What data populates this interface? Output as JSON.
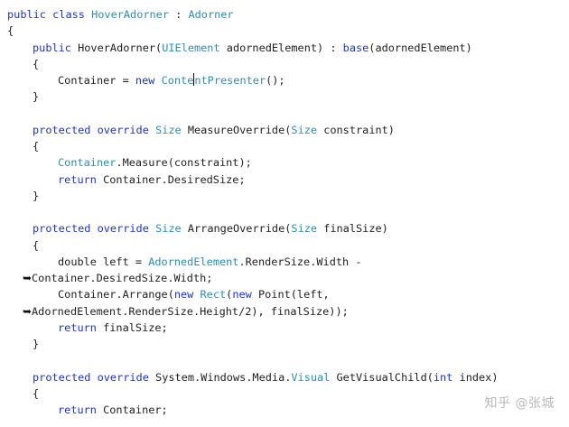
{
  "code": {
    "lines": [
      {
        "indent": 0,
        "wrapped": false,
        "tokens": [
          {
            "kind": "keyword",
            "text": "public"
          },
          {
            "kind": "plain",
            "text": " "
          },
          {
            "kind": "keyword",
            "text": "class"
          },
          {
            "kind": "plain",
            "text": " "
          },
          {
            "kind": "type",
            "text": "HoverAdorner"
          },
          {
            "kind": "plain",
            "text": " : "
          },
          {
            "kind": "type",
            "text": "Adorner"
          }
        ]
      },
      {
        "indent": 0,
        "wrapped": false,
        "tokens": [
          {
            "kind": "plain",
            "text": "{"
          }
        ]
      },
      {
        "indent": 4,
        "wrapped": false,
        "tokens": [
          {
            "kind": "keyword",
            "text": "public"
          },
          {
            "kind": "plain",
            "text": " HoverAdorner("
          },
          {
            "kind": "type",
            "text": "UIElement"
          },
          {
            "kind": "plain",
            "text": " adornedElement) : "
          },
          {
            "kind": "keyword",
            "text": "base"
          },
          {
            "kind": "plain",
            "text": "(adornedElement)"
          }
        ]
      },
      {
        "indent": 4,
        "wrapped": false,
        "tokens": [
          {
            "kind": "plain",
            "text": "{"
          }
        ]
      },
      {
        "indent": 8,
        "wrapped": false,
        "tokens": [
          {
            "kind": "plain",
            "text": "Container = "
          },
          {
            "kind": "keyword",
            "text": "new"
          },
          {
            "kind": "plain",
            "text": " "
          },
          {
            "kind": "type",
            "text": "Conte"
          },
          {
            "kind": "caret",
            "text": ""
          },
          {
            "kind": "type",
            "text": "ntPresenter"
          },
          {
            "kind": "plain",
            "text": "();"
          }
        ]
      },
      {
        "indent": 4,
        "wrapped": false,
        "tokens": [
          {
            "kind": "plain",
            "text": "}"
          }
        ]
      },
      {
        "indent": 0,
        "wrapped": false,
        "tokens": []
      },
      {
        "indent": 4,
        "wrapped": false,
        "tokens": [
          {
            "kind": "keyword",
            "text": "protected"
          },
          {
            "kind": "plain",
            "text": " "
          },
          {
            "kind": "keyword",
            "text": "override"
          },
          {
            "kind": "plain",
            "text": " "
          },
          {
            "kind": "type",
            "text": "Size"
          },
          {
            "kind": "plain",
            "text": " MeasureOverride("
          },
          {
            "kind": "type",
            "text": "Size"
          },
          {
            "kind": "plain",
            "text": " constraint)"
          }
        ]
      },
      {
        "indent": 4,
        "wrapped": false,
        "tokens": [
          {
            "kind": "plain",
            "text": "{"
          }
        ]
      },
      {
        "indent": 8,
        "wrapped": false,
        "tokens": [
          {
            "kind": "type",
            "text": "Container"
          },
          {
            "kind": "plain",
            "text": ".Measure(constraint);"
          }
        ]
      },
      {
        "indent": 8,
        "wrapped": false,
        "tokens": [
          {
            "kind": "keyword",
            "text": "return"
          },
          {
            "kind": "plain",
            "text": " Container.DesiredSize;"
          }
        ]
      },
      {
        "indent": 4,
        "wrapped": false,
        "tokens": [
          {
            "kind": "plain",
            "text": "}"
          }
        ]
      },
      {
        "indent": 0,
        "wrapped": false,
        "tokens": []
      },
      {
        "indent": 4,
        "wrapped": false,
        "tokens": [
          {
            "kind": "keyword",
            "text": "protected"
          },
          {
            "kind": "plain",
            "text": " "
          },
          {
            "kind": "keyword",
            "text": "override"
          },
          {
            "kind": "plain",
            "text": " "
          },
          {
            "kind": "type",
            "text": "Size"
          },
          {
            "kind": "plain",
            "text": " ArrangeOverride("
          },
          {
            "kind": "type",
            "text": "Size"
          },
          {
            "kind": "plain",
            "text": " finalSize)"
          }
        ]
      },
      {
        "indent": 4,
        "wrapped": false,
        "tokens": [
          {
            "kind": "plain",
            "text": "{"
          }
        ]
      },
      {
        "indent": 8,
        "wrapped": false,
        "tokens": [
          {
            "kind": "plain",
            "text": "double left = "
          },
          {
            "kind": "type",
            "text": "AdornedElement"
          },
          {
            "kind": "plain",
            "text": ".RenderSize.Width -"
          }
        ]
      },
      {
        "indent": 0,
        "wrapped": true,
        "tokens": [
          {
            "kind": "plain",
            "text": "Container.DesiredSize.Width;"
          }
        ]
      },
      {
        "indent": 8,
        "wrapped": false,
        "tokens": [
          {
            "kind": "plain",
            "text": "Container.Arrange("
          },
          {
            "kind": "keyword",
            "text": "new"
          },
          {
            "kind": "plain",
            "text": " "
          },
          {
            "kind": "type",
            "text": "Rect"
          },
          {
            "kind": "plain",
            "text": "("
          },
          {
            "kind": "keyword",
            "text": "new"
          },
          {
            "kind": "plain",
            "text": " Point(left,"
          }
        ]
      },
      {
        "indent": 0,
        "wrapped": true,
        "tokens": [
          {
            "kind": "plain",
            "text": "AdornedElement.RenderSize.Height/2), finalSize));"
          }
        ]
      },
      {
        "indent": 8,
        "wrapped": false,
        "tokens": [
          {
            "kind": "keyword",
            "text": "return"
          },
          {
            "kind": "plain",
            "text": " finalSize;"
          }
        ]
      },
      {
        "indent": 4,
        "wrapped": false,
        "tokens": [
          {
            "kind": "plain",
            "text": "}"
          }
        ]
      },
      {
        "indent": 0,
        "wrapped": false,
        "tokens": []
      },
      {
        "indent": 4,
        "wrapped": false,
        "tokens": [
          {
            "kind": "keyword",
            "text": "protected"
          },
          {
            "kind": "plain",
            "text": " "
          },
          {
            "kind": "keyword",
            "text": "override"
          },
          {
            "kind": "plain",
            "text": " System.Windows.Media."
          },
          {
            "kind": "type",
            "text": "Visual"
          },
          {
            "kind": "plain",
            "text": " GetVisualChild("
          },
          {
            "kind": "keyword",
            "text": "int"
          },
          {
            "kind": "plain",
            "text": " index)"
          }
        ]
      },
      {
        "indent": 4,
        "wrapped": false,
        "tokens": [
          {
            "kind": "plain",
            "text": "{"
          }
        ]
      },
      {
        "indent": 8,
        "wrapped": false,
        "tokens": [
          {
            "kind": "keyword",
            "text": "return"
          },
          {
            "kind": "plain",
            "text": " Container;"
          }
        ]
      }
    ]
  },
  "wrap_icon": "wrap-arrow-icon",
  "colors": {
    "keyword": "#1f35c8",
    "type": "#2b8fb2",
    "plain": "#1f1f1f",
    "watermark": "#b8b8b8"
  },
  "watermark": {
    "text": "知乎 @张城"
  }
}
